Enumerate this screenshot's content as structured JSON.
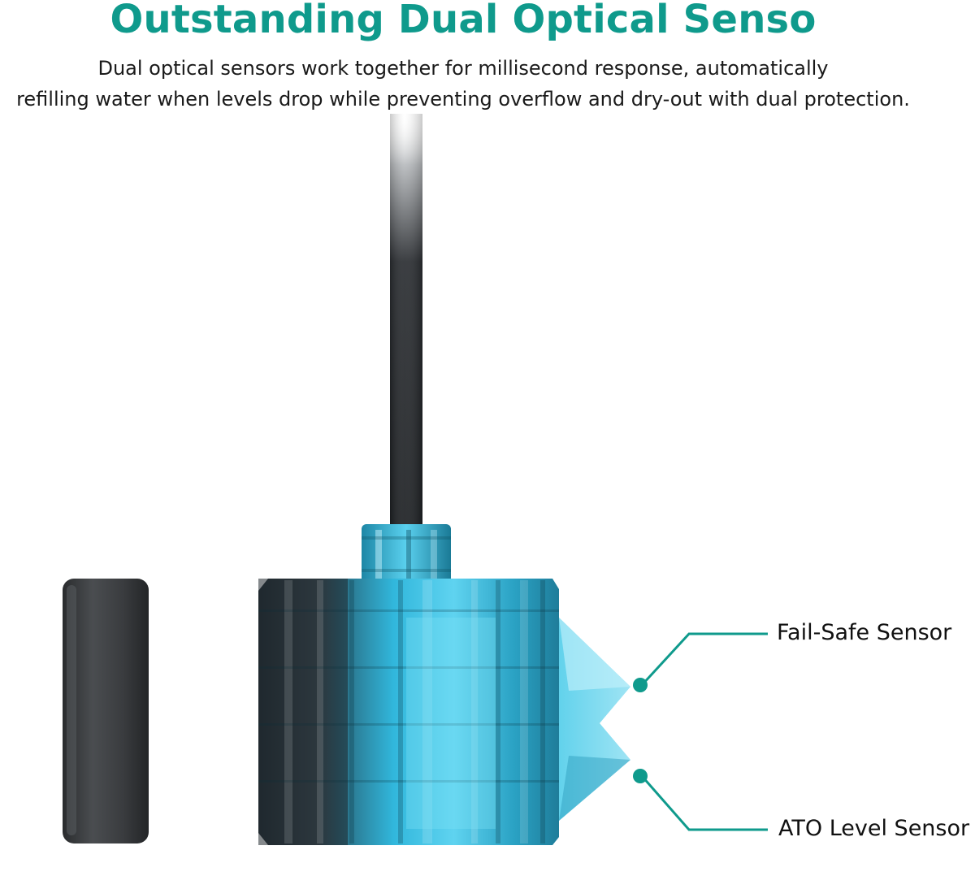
{
  "headline": "Outstanding Dual Optical Senso",
  "description": {
    "line1": "Dual optical sensors work together for millisecond response, automatically",
    "line2": "refilling water when levels drop while preventing overflow and dry-out with dual protection."
  },
  "callouts": {
    "fail_safe": "Fail-Safe Sensor",
    "ato_level": "ATO Level Sensor"
  },
  "colors": {
    "accent": "#0f9a8c",
    "sensor_body": "#2fb4d6",
    "sensor_dark": "#2a2f33",
    "magnet": "#3a3d40"
  },
  "icons": {
    "product": "optical-water-level-sensor",
    "magnet": "magnet-mount-disc"
  }
}
